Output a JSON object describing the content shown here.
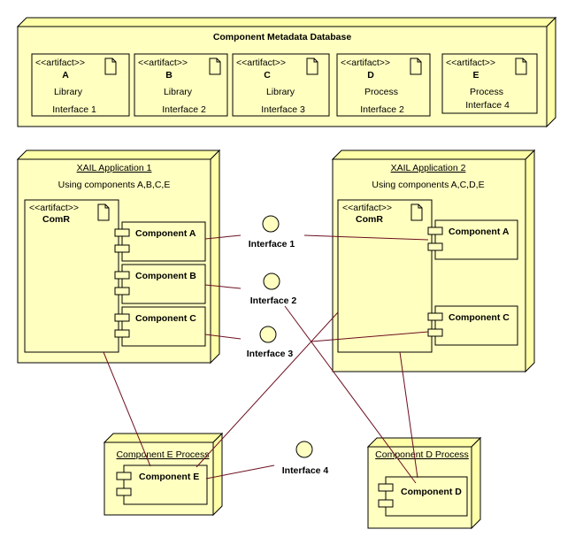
{
  "database": {
    "title": "Component Metadata Database",
    "artifacts": [
      {
        "stereotype": "<<artifact>>",
        "name": "A",
        "kind": "Library",
        "interface": "Interface 1"
      },
      {
        "stereotype": "<<artifact>>",
        "name": "B",
        "kind": "Library",
        "interface": "Interface 2"
      },
      {
        "stereotype": "<<artifact>>",
        "name": "C",
        "kind": "Library",
        "interface": "Interface 3"
      },
      {
        "stereotype": "<<artifact>>",
        "name": "D",
        "kind": "Process",
        "interface": "Interface 2"
      },
      {
        "stereotype": "<<artifact>>",
        "name": "E",
        "kind": "Process",
        "interface": "Interface 4"
      }
    ]
  },
  "app1": {
    "title": "XAIL Application 1",
    "subtitle": "Using components A,B,C,E",
    "comr": {
      "stereotype": "<<artifact>>",
      "name": "ComR"
    },
    "components": [
      "Component A",
      "Component B",
      "Component C"
    ]
  },
  "app2": {
    "title": "XAIL Application 2",
    "subtitle": "Using components A,C,D,E",
    "comr": {
      "stereotype": "<<artifact>>",
      "name": "ComR"
    },
    "components": [
      "Component A",
      "Component C"
    ]
  },
  "procE": {
    "title": "Component E Process",
    "component": "Component E"
  },
  "procD": {
    "title": "Component D Process",
    "component": "Component D"
  },
  "interfaces": [
    "Interface 1",
    "Interface 2",
    "Interface 3",
    "Interface 4"
  ],
  "colors": {
    "node_fill": "#ffffc0",
    "connector": "#6b0f1f"
  }
}
